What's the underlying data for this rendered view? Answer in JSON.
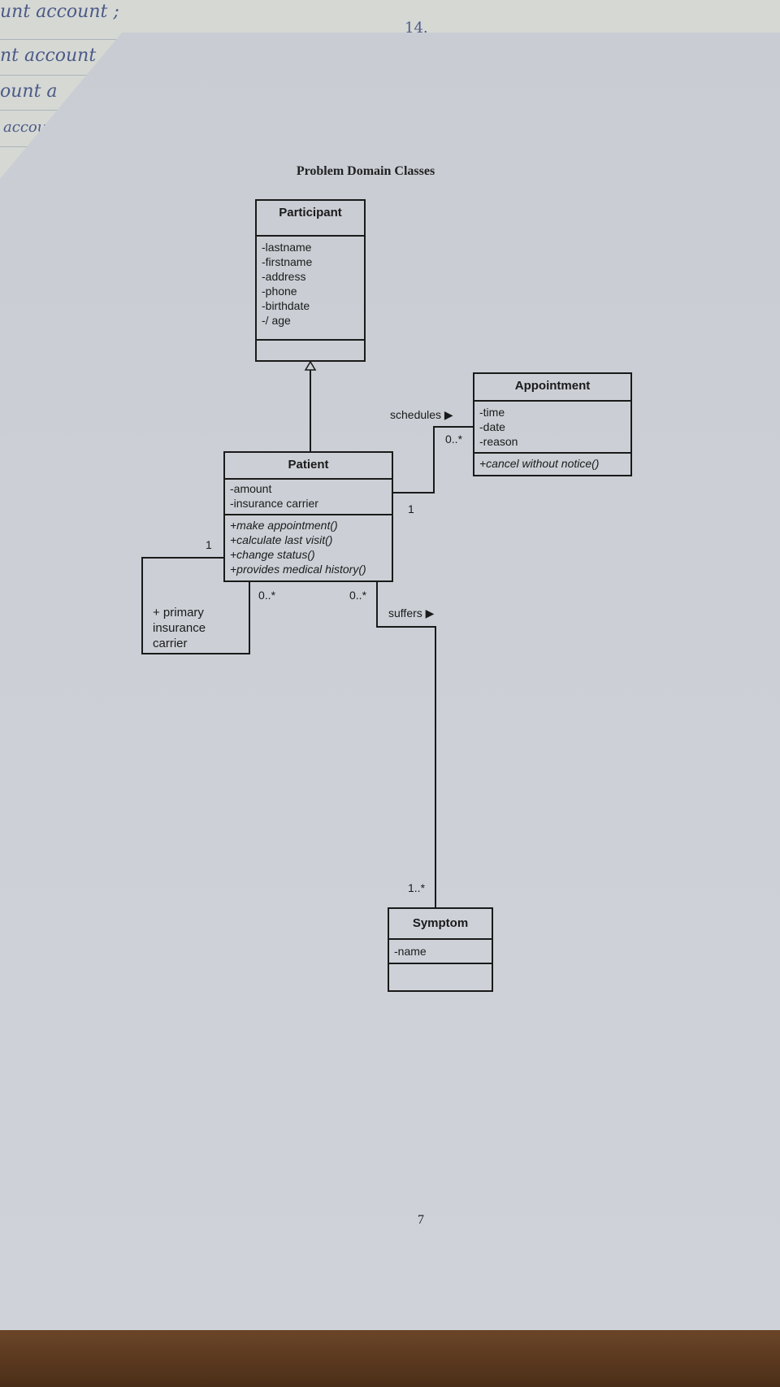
{
  "background_notebook": {
    "lines": [
      "unt account ;",
      "nt account",
      "ount a",
      "accou"
    ],
    "page_mark": "14."
  },
  "diagram": {
    "title": "Problem Domain Classes",
    "classes": {
      "participant": {
        "name": "Participant",
        "attributes": [
          "-lastname",
          "-firstname",
          "-address",
          "-phone",
          "-birthdate",
          "-/ age"
        ],
        "operations": []
      },
      "appointment": {
        "name": "Appointment",
        "attributes": [
          "-time",
          "-date",
          "-reason"
        ],
        "operations": [
          "+cancel without notice()"
        ]
      },
      "patient": {
        "name": "Patient",
        "attributes": [
          "-amount",
          "-insurance carrier"
        ],
        "operations": [
          "+make appointment()",
          "+calculate last visit()",
          "+change status()",
          "+provides medical history()"
        ]
      },
      "symptom": {
        "name": "Symptom",
        "attributes": [
          "-name"
        ],
        "operations": []
      }
    },
    "associations": {
      "schedules": {
        "label": "schedules ▶",
        "patient_multiplicity": "1",
        "appointment_multiplicity": "0..*"
      },
      "suffers": {
        "label": "suffers ▶",
        "patient_multiplicity": "0..*",
        "symptom_multiplicity": "1..*"
      },
      "insurance": {
        "role": "+ primary insurance carrier",
        "role_lines": [
          "+ primary",
          "insurance",
          "carrier"
        ],
        "multiplicity_one": "1",
        "multiplicity_many": "0..*"
      }
    }
  },
  "page_number": "7"
}
